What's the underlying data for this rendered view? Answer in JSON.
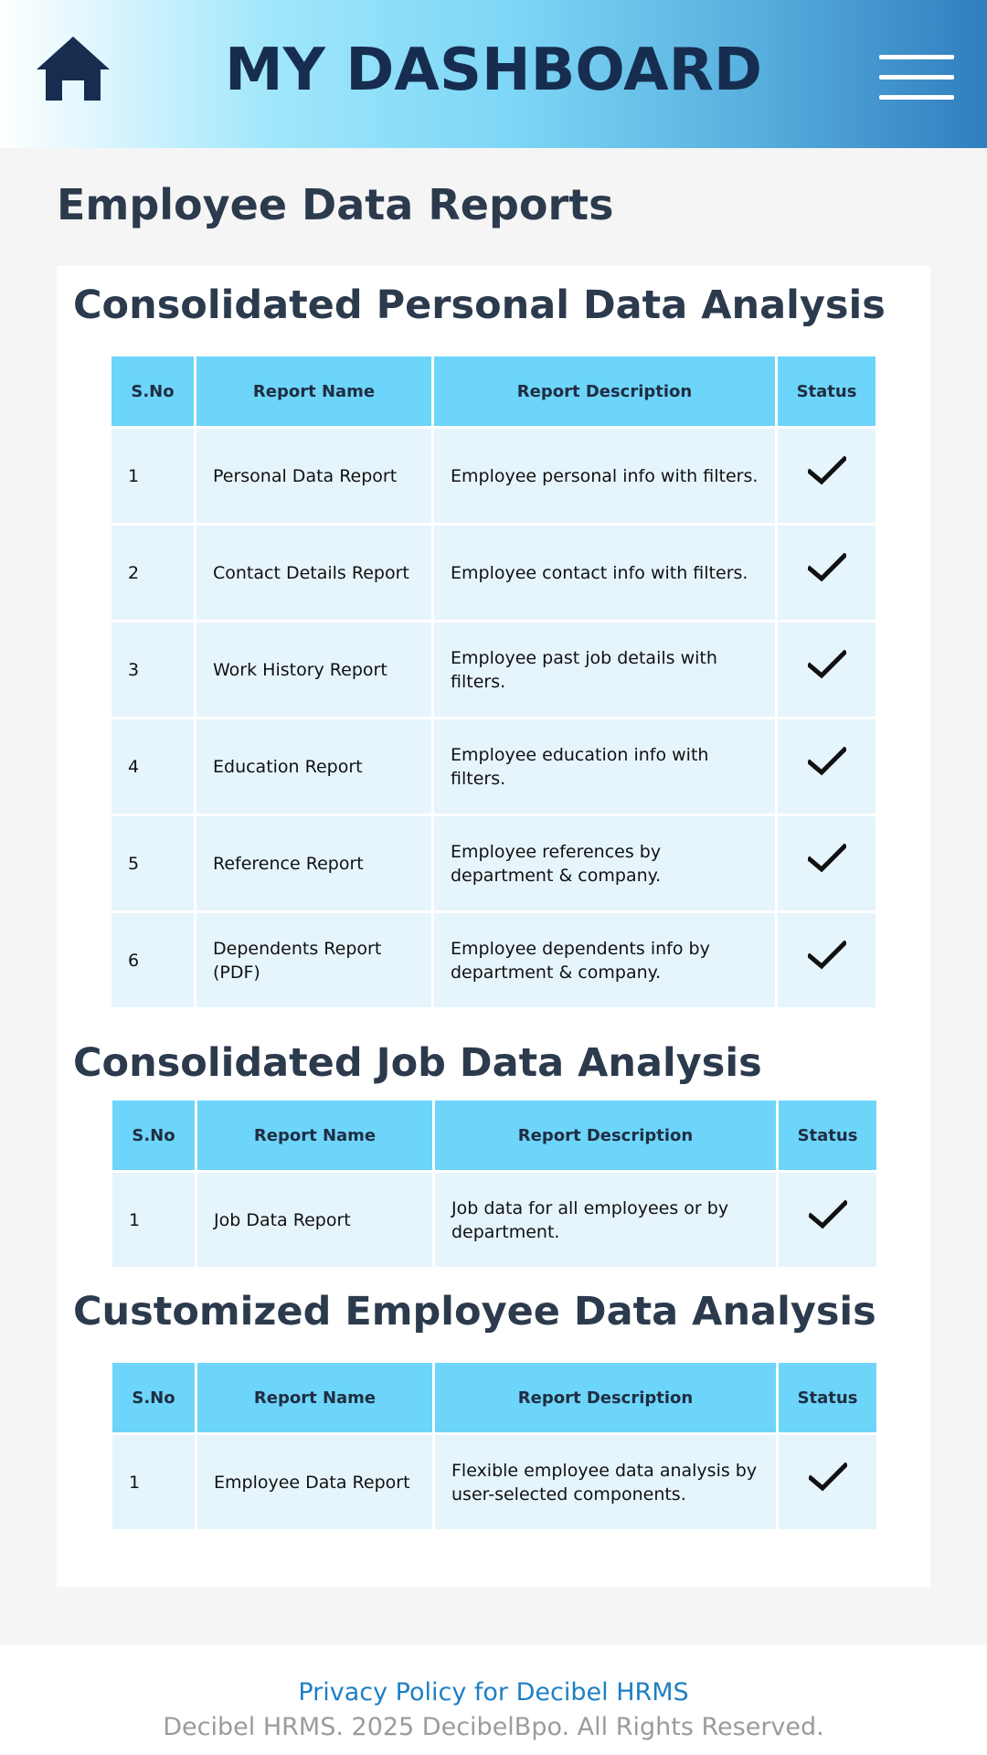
{
  "header": {
    "title": "MY DASHBOARD",
    "home_icon": "home-icon",
    "menu_icon": "hamburger-menu-icon",
    "gradient_colors": [
      "#ffffff",
      "#7dd6f6",
      "#2f7ebe"
    ],
    "title_color": "#172d4f"
  },
  "page_title": "Employee Data Reports",
  "columns": {
    "sno": "S.No",
    "name": "Report Name",
    "description": "Report Description",
    "status": "Status"
  },
  "status_icon": "checkmark-icon",
  "sections": [
    {
      "heading": "Consolidated Personal Data Analysis",
      "rows": [
        {
          "sno": "1",
          "name": "Personal Data Report",
          "description": "Employee personal info with filters.",
          "status": "complete"
        },
        {
          "sno": "2",
          "name": "Contact Details Report",
          "description": "Employee contact info with filters.",
          "status": "complete"
        },
        {
          "sno": "3",
          "name": "Work History Report",
          "description": "Employee past job details with filters.",
          "status": "complete"
        },
        {
          "sno": "4",
          "name": "Education Report",
          "description": "Employee education info with filters.",
          "status": "complete"
        },
        {
          "sno": "5",
          "name": "Reference Report",
          "description": "Employee references by department & company.",
          "status": "complete"
        },
        {
          "sno": "6",
          "name": "Dependents Report (PDF)",
          "description": "Employee dependents info by department & company.",
          "status": "complete"
        }
      ]
    },
    {
      "heading": "Consolidated Job Data Analysis",
      "rows": [
        {
          "sno": "1",
          "name": "Job Data Report",
          "description": "Job data for all employees or by department.",
          "status": "complete"
        }
      ]
    },
    {
      "heading": "Customized Employee Data Analysis",
      "rows": [
        {
          "sno": "1",
          "name": "Employee Data Report",
          "description": "Flexible employee data analysis by user-selected components.",
          "status": "complete"
        }
      ]
    }
  ],
  "footer": {
    "privacy_link": "Privacy Policy for Decibel HRMS",
    "copyright": "Decibel HRMS. 2025 DecibelBpo. All Rights Reserved.",
    "link_color": "#1d7fc4"
  },
  "colors": {
    "table_header_bg": "#6dd5f9",
    "table_row_bg": "#e6f5fc",
    "heading_text": "#2c3a4d"
  }
}
